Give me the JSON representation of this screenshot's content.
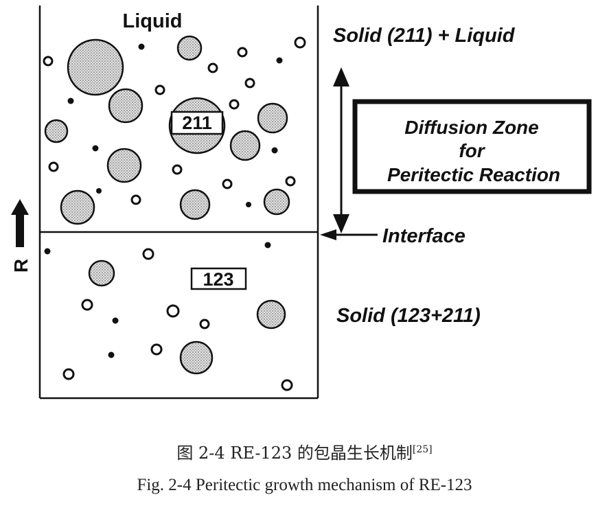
{
  "diagram": {
    "liquid_label": "Liquid",
    "solid_211_liquid_label": "Solid (211) + Liquid",
    "diffusion_zone_lines": [
      "Diffusion Zone",
      "for",
      "Peritectic Reaction"
    ],
    "interface_label": "Interface",
    "solid_123_211_label": "Solid (123+211)",
    "growth_direction_label": "R",
    "particle_211_label": "211",
    "grain_123_label": "123"
  },
  "captions": {
    "zh_text": "图 2-4 RE-123 的包晶生长机制",
    "zh_ref": "[25]",
    "en_text": "Fig. 2-4 Peritectic growth mechanism of RE-123"
  },
  "colors": {
    "ink": "#111111",
    "particle_fill": "#cfcfcf"
  }
}
